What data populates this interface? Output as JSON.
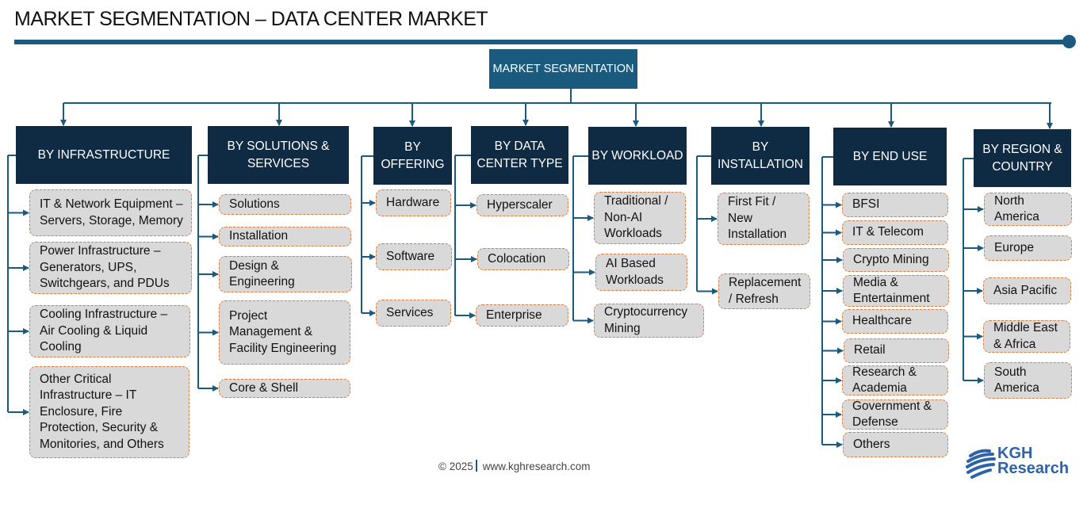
{
  "title": "MARKET SEGMENTATION – DATA CENTER MARKET",
  "root": "MARKET SEGMENTATION",
  "colors": {
    "accent": "#1a5a7e",
    "header_bg": "#0f2a43",
    "item_bg": "#d9d9d9",
    "item_border": "#e07b39",
    "logo": "#2e63a8"
  },
  "segments": [
    {
      "header": "BY INFRASTRUCTURE",
      "items": [
        "IT & Network Equipment – Servers, Storage, Memory",
        "Power Infrastructure – Generators, UPS, Switchgears, and PDUs",
        "Cooling Infrastructure – Air Cooling & Liquid Cooling",
        "Other Critical Infrastructure – IT Enclosure, Fire Protection, Security & Monitories, and Others"
      ]
    },
    {
      "header": "BY SOLUTIONS & SERVICES",
      "items": [
        "Solutions",
        "Installation",
        "Design & Engineering",
        "Project Management & Facility Engineering",
        "Core & Shell"
      ]
    },
    {
      "header": "BY OFFERING",
      "items": [
        "Hardware",
        "Software",
        "Services"
      ]
    },
    {
      "header": "BY DATA CENTER TYPE",
      "items": [
        "Hyperscaler",
        "Colocation",
        "Enterprise"
      ]
    },
    {
      "header": "BY WORKLOAD",
      "items": [
        "Traditional / Non-AI Workloads",
        "AI Based Workloads",
        "Cryptocurrency Mining"
      ]
    },
    {
      "header": "BY INSTALLATION",
      "items": [
        "First Fit / New Installation",
        "Replacement / Refresh"
      ]
    },
    {
      "header": "BY END USE",
      "items": [
        "BFSI",
        "IT & Telecom",
        "Crypto Mining",
        "Media & Entertainment",
        "Healthcare",
        "Retail",
        "Research & Academia",
        "Government & Defense",
        "Others"
      ]
    },
    {
      "header": "BY REGION & COUNTRY",
      "items": [
        "North America",
        "Europe",
        "Asia Pacific",
        "Middle East & Africa",
        "South America"
      ]
    }
  ],
  "footer": {
    "copyright": "© 2025",
    "website": "www.kghresearch.com"
  },
  "logo": {
    "line1": "KGH",
    "line2": "Research"
  }
}
